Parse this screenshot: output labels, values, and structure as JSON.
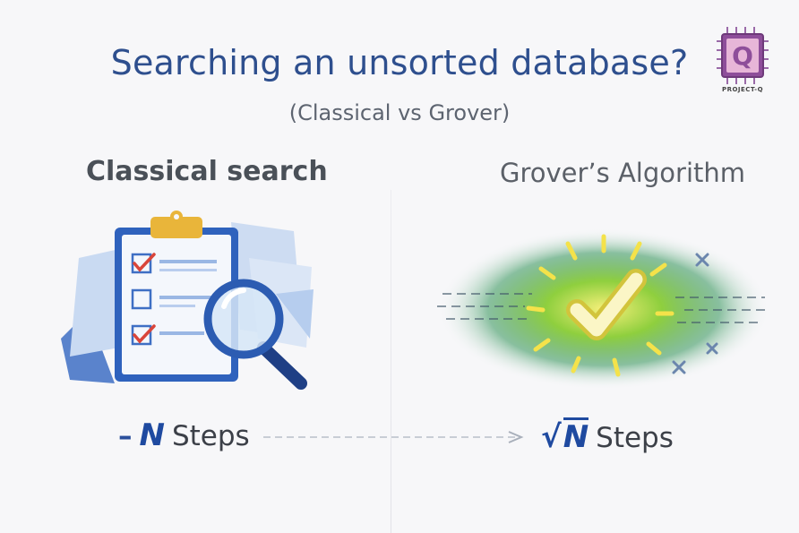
{
  "header": {
    "title": "Searching an unsorted database?",
    "subtitle": "(Classical vs Grover)"
  },
  "logo": {
    "letter": "Q",
    "label": "PROJECT-Q"
  },
  "left": {
    "heading": "Classical search",
    "steps_prefix": "–",
    "steps_var": "N",
    "steps_label": "Steps",
    "icons": [
      "clipboard-checklist-icon",
      "magnifying-glass-icon"
    ]
  },
  "right": {
    "heading": "Grover’s Algorithm",
    "steps_prefix": "√",
    "steps_var": "N",
    "steps_label": "Steps",
    "icons": [
      "glowing-checkmark-icon",
      "x-mark-icon"
    ]
  },
  "colors": {
    "title": "#2e4f8e",
    "accent_blue": "#1f4aa0",
    "check_red": "#d9453a",
    "glow_green": "#7cc43a",
    "glow_yellow": "#f4e24a"
  }
}
